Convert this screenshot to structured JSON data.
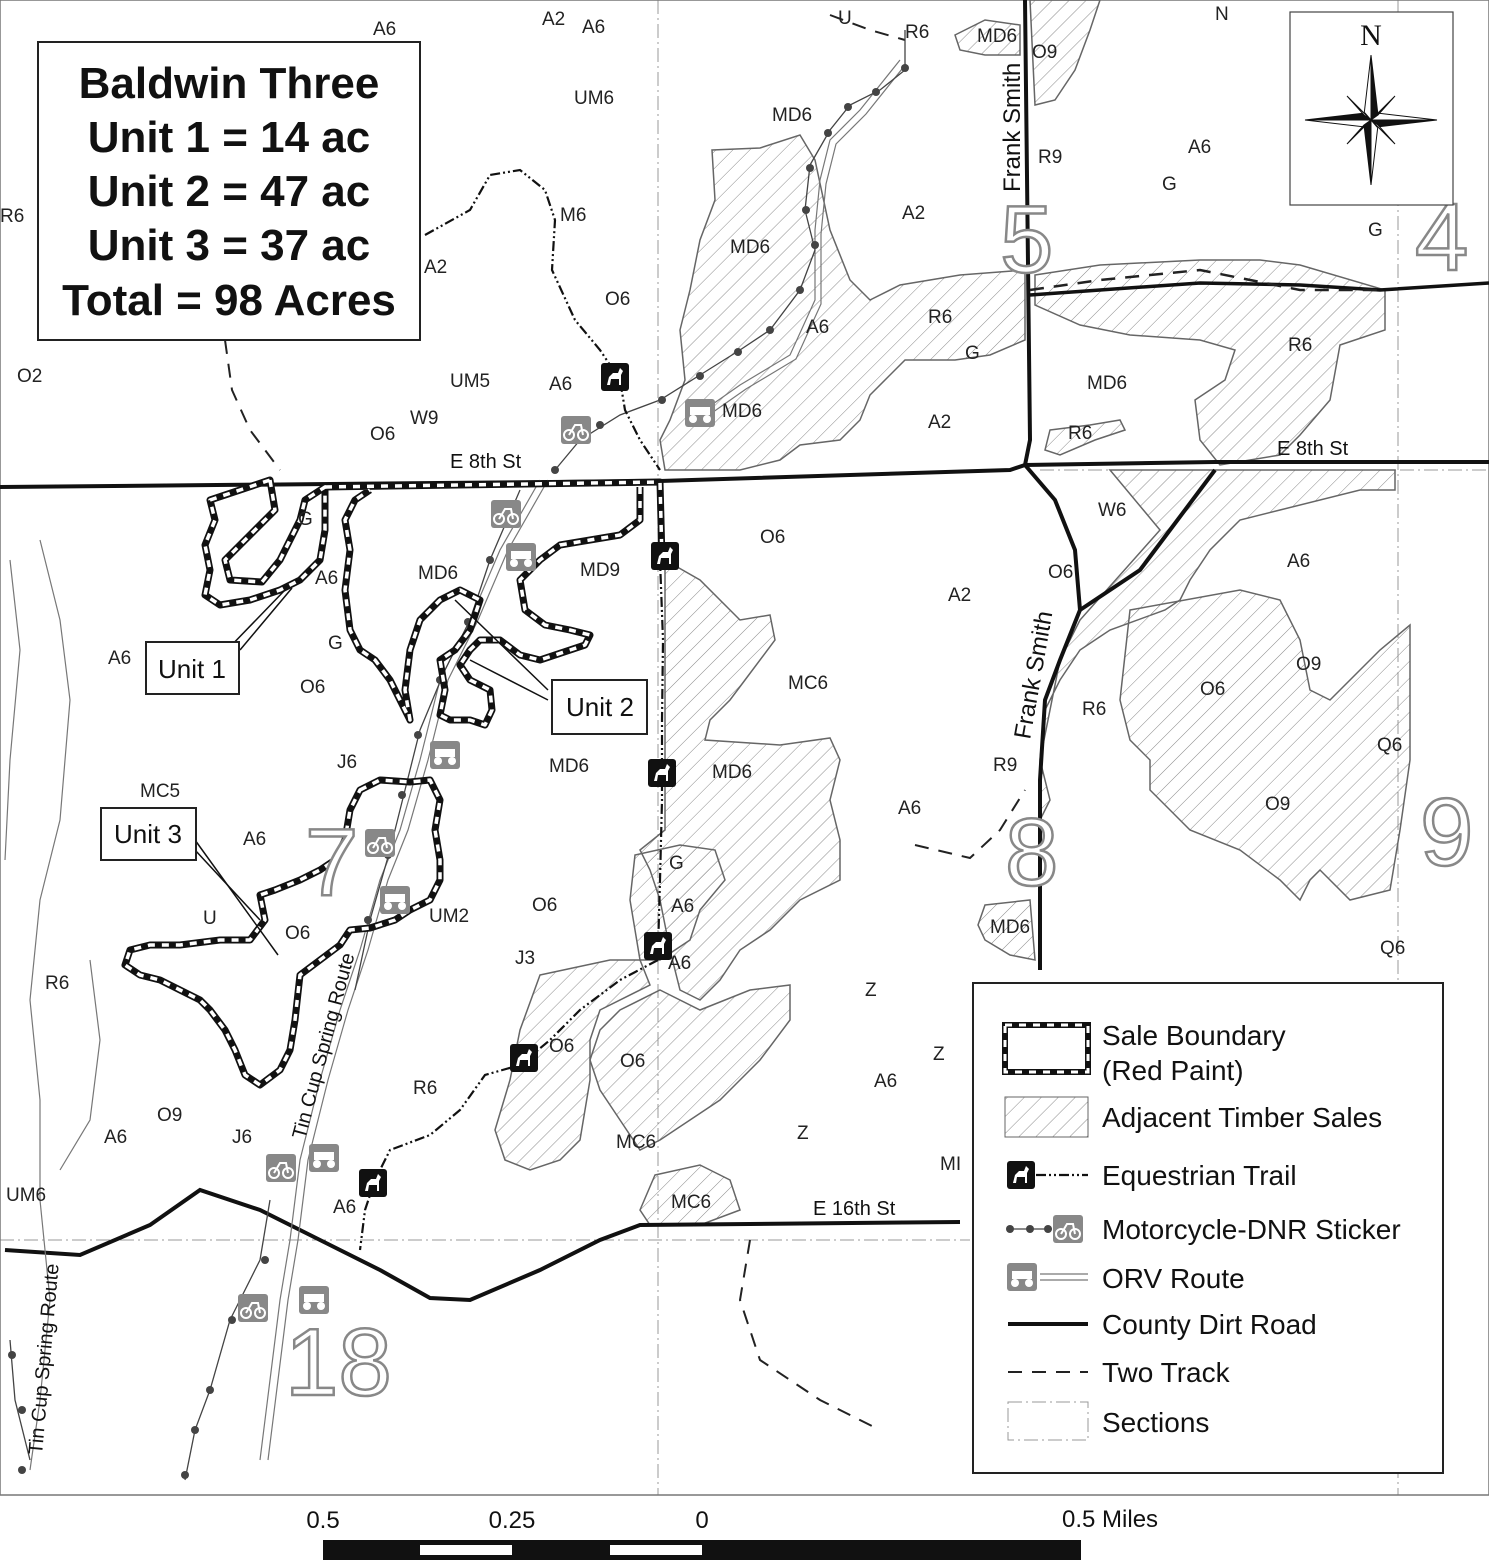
{
  "title_box": {
    "line1": "Baldwin Three",
    "line2": "Unit 1 = 14 ac",
    "line3": "Unit 2 = 47 ac",
    "line4": "Unit 3 = 37 ac",
    "line5": "Total = 98 Acres"
  },
  "units": {
    "unit1": "Unit 1",
    "unit2": "Unit 2",
    "unit3": "Unit 3"
  },
  "roads": {
    "e8th_left": "E 8th St",
    "e8th_right": "E 8th St",
    "e16th": "E 16th St",
    "frank_smith_north": "Frank Smith",
    "frank_smith_south": "Frank Smith",
    "tin_cup_1": "Tin Cup Spring Route",
    "tin_cup_2": "Tin Cup Spring Route"
  },
  "sections": {
    "s4": "4",
    "s5": "5",
    "s7": "7",
    "s8": "8",
    "s9": "9",
    "s18": "18"
  },
  "stand_labels": [
    "A6",
    "A2",
    "A6",
    "U",
    "R6",
    "MD6",
    "O9",
    "N",
    "UM6",
    "MD6",
    "R9",
    "A6",
    "G",
    "G",
    "R6",
    "M6",
    "MD6",
    "A2",
    "A2",
    "O6",
    "A6",
    "R6",
    "G",
    "R6",
    "MD6",
    "O2",
    "UM5",
    "A6",
    "W9",
    "O6",
    "MD6",
    "A2",
    "R6",
    "G",
    "A6",
    "MD6",
    "MD9",
    "O6",
    "W6",
    "A6",
    "O6",
    "A2",
    "A6",
    "G",
    "O6",
    "MC6",
    "R6",
    "O6",
    "O9",
    "J6",
    "MD6",
    "MD6",
    "R9",
    "Q6",
    "A6",
    "O9",
    "MC5",
    "A6",
    "G",
    "A6",
    "U",
    "O6",
    "UM2",
    "O6",
    "MD6",
    "R6",
    "J3",
    "A6",
    "Q6",
    "Z",
    "O6",
    "O6",
    "R6",
    "A6",
    "Z",
    "O9",
    "A6",
    "J6",
    "Z",
    "MC6",
    "MI",
    "UM6",
    "A6",
    "MC6"
  ],
  "legend": {
    "sale_boundary_1": "Sale Boundary",
    "sale_boundary_2": "(Red Paint)",
    "adjacent": "Adjacent Timber Sales",
    "equestrian": "Equestrian Trail",
    "motorcycle": "Motorcycle-DNR Sticker",
    "orv": "ORV Route",
    "county_road": "County Dirt Road",
    "two_track": "Two Track",
    "sections": "Sections"
  },
  "north_arrow": {
    "letter": "N"
  },
  "scale": {
    "tick_05_left": "0.5",
    "tick_025": "0.25",
    "tick_0": "0",
    "tick_05_right": "0.5 Miles"
  },
  "colors": {
    "line": "#111111",
    "hatch": "#888888",
    "dotted": "#555555",
    "icon_bg": "#111111",
    "icon_gray": "#888888"
  }
}
